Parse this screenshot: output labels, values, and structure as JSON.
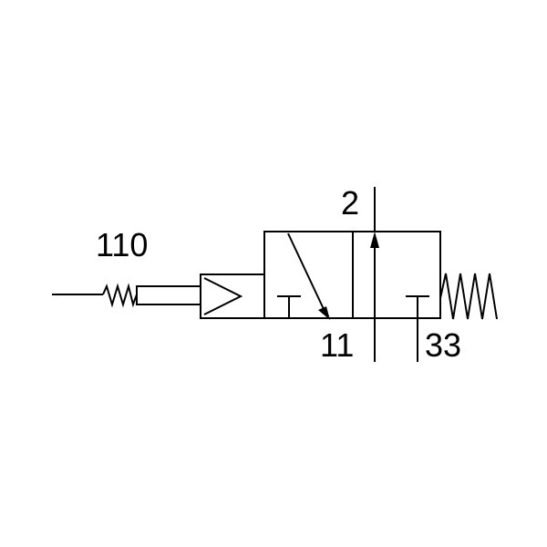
{
  "labels": {
    "pilot_port": "110",
    "output_port": "2",
    "supply_port": "11",
    "exhaust_port": "33"
  },
  "colors": {
    "line": "#000000",
    "background": "#ffffff"
  },
  "icons": {
    "pilot_spring": "zigzag-spring-icon",
    "return_spring": "zigzag-spring-icon",
    "pilot_actuator": "pilot-triangle-icon",
    "flow_arrow": "arrow-icon",
    "blocked_port": "t-stop-icon"
  }
}
